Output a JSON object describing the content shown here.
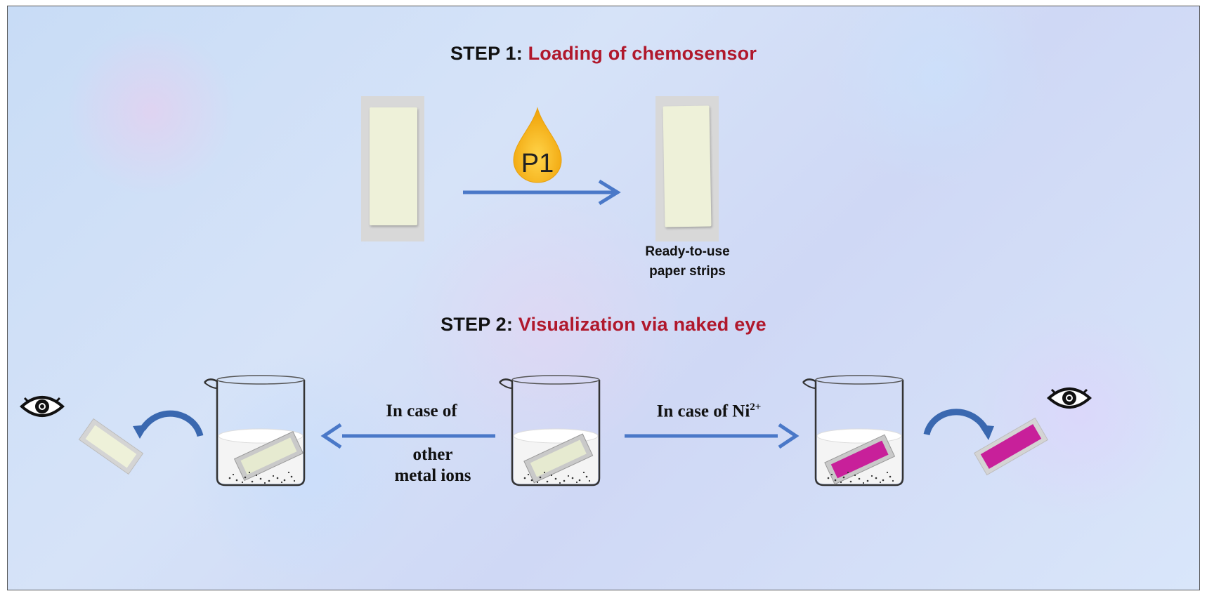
{
  "step1": {
    "lead": "STEP 1:",
    "title": "Loading of chemosensor"
  },
  "reagent_label": "P1",
  "strips_caption": {
    "line1": "Ready-to-use",
    "line2": "paper strips"
  },
  "step2": {
    "lead": "STEP 2:",
    "title": "Visualization via naked eye"
  },
  "left_branch": {
    "line1": "In case of",
    "line2": "other",
    "line3": "metal ions"
  },
  "right_branch": {
    "text": "In case of Ni",
    "superscript": "2+"
  },
  "colors": {
    "arrow": "#4a78c8",
    "strip_unreacted": "#eef1d9",
    "strip_reacted": "#c8209a",
    "drop": "#f7b21c",
    "title_accent": "#b0182c"
  }
}
